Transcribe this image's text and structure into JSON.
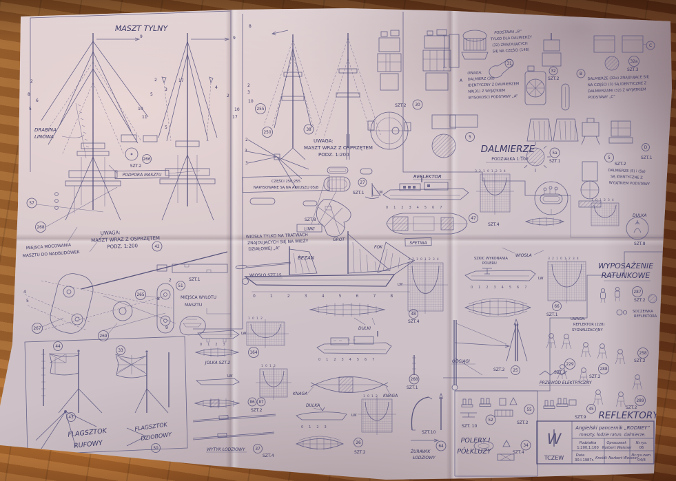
{
  "colors": {
    "ink": "#4c4976",
    "paper": "#cdc1c7",
    "floor": "#8d5427"
  },
  "titles": {
    "maszt_tylny": "MASZT TYLNY",
    "dalmierze": "DALMIERZE",
    "dalmierze_sub": "PODZIAŁKA 1:100",
    "reflektor": "REFLEKTOR",
    "reflektory": "REFLEKTORY",
    "wyposazenie": [
      "WYPOSAŻENIE",
      "RATUNKOWE"
    ],
    "polery": [
      "POLERY I",
      "PÓŁKLUZY"
    ],
    "flag_rufowy": [
      "FLAGSZTOK",
      "RUFOWY"
    ],
    "flag_dziobowy": [
      "FLAGSZTOK",
      "DZIOBOWY"
    ],
    "zurawik": [
      "ŻURAWIK",
      "ŁODZIOWY"
    ]
  },
  "notes": {
    "uwaga_maszt_1": [
      "UWAGA:",
      "MASZT WRAZ Z OSPRZĘTEM",
      "PODZ. 1:200"
    ],
    "uwaga_maszt_2": [
      "UWAGA:",
      "MASZT WRAZ Z OSPRZĘTEM",
      "PODZ. 1:200"
    ],
    "czesci": [
      "CZĘŚCI  250;255",
      "NARYSOWANE SĄ NA ARKUSZU  05/8"
    ],
    "wiosla_tylko": [
      "WIOSŁA TYLKO NA TRATWACH",
      "ZNAJDUJĄCYCH SIĘ NA WIEŻY",
      "DZIAŁOWEJ „A”"
    ],
    "podstawa_b": [
      "PODSTAWA „B”",
      "TYLKO DLA DALMIERZY",
      "(32) ZNAJDUJĄCYCH",
      "SIĘ NA CZĘŚCI (148)"
    ],
    "uwaga_dalmierz": [
      "UWAGA:",
      "DALMIERZ (30)",
      "IDENTYCZNY Z DALMIERZEM",
      "NR(31) Z WYJĄTKIEM",
      "WYSOKOŚCI PODSTAWY „A”"
    ],
    "dalmierze_32a": [
      "DALMIERZE (32a) ZNAJDUJĄCE SIĘ",
      "NA CZĘŚCI (3) SĄ IDENTYCZNE Z",
      "DALMIERZAMI (32) Z WYJĄTKIEM",
      "PODSTAWY „C”"
    ],
    "dalmierze_5": [
      "DALMIERZE (5) i (5a)",
      "SĄ IDENTYCZNE Z",
      "WYJĄTKIEM PODSTAWY"
    ],
    "uwaga_reflektor": [
      "UWAGA:",
      "REFLEKTOR (228)",
      "SYGNALIZACYJNY"
    ],
    "soczewka": [
      "SOCZEWKA",
      "REFLEKTORA"
    ],
    "szkic": [
      "SZKIC WYKONANIA",
      "POLERU"
    ],
    "miejsca_mocowania": [
      "MIEJSCA MOCOWANIA",
      "MASZTU DO NADBUDÓWEK"
    ],
    "miejsca_wylotu": [
      "MIEJSCA WYLOTU",
      "MASZTU"
    ]
  },
  "labels": {
    "drabina": [
      "DRABINA",
      "LINOWA"
    ],
    "podpora": "PODPORA MASZTU",
    "linki": "LINKI",
    "wioslo_szt": "WIOSŁO SZT.15",
    "wiosla": "WIOSŁA",
    "bezan": "BEZAN",
    "grot": "GROT",
    "fok": "FOK",
    "spetina": "SPETINA",
    "jolka": "JOLKA SZT.2",
    "dulki": "DULKI",
    "dulka": "DULKA",
    "knaga": "KNAGA",
    "wytyk": "WYTYK ŁODZIOWY",
    "odciagi": "ODCIĄGI",
    "przewod": "PRZEWÓD ELEKTRYCZNY",
    "lw": "LW",
    "dim_a": "A"
  },
  "qty": {
    "szt1": "SZT.1",
    "szt2": "SZT.2",
    "szt3": "SZT.3",
    "szt4": "SZT.4",
    "szt8": "SZT.8",
    "szt9": "SZT.9",
    "szt10": "SZT.10",
    "szt10sp": "SZT. 10"
  },
  "nums": {
    "d2": "2",
    "d3": "3",
    "d4": "4",
    "d5": "5",
    "d6": "6",
    "d8": "8",
    "d9": "9",
    "d10": "10",
    "d11": "11",
    "d17": "17",
    "n5": "5",
    "n5a": "5a",
    "n25": "25",
    "n26": "26",
    "n27": "27",
    "n30": "30",
    "n31": "31",
    "n32": "32",
    "n32a": "32a",
    "n33": "33",
    "n34": "34",
    "n37": "37",
    "n38": "38",
    "n42": "42",
    "n43": "43",
    "n44": "44",
    "n45": "45",
    "n47": "47",
    "n48": "48",
    "n50": "50",
    "n51": "51",
    "n52": "52",
    "n55": "55",
    "n57": "57",
    "n64": "64",
    "n66": "66",
    "n86": "86",
    "n87": "87",
    "n164": "164",
    "n229": "229",
    "n250": "250",
    "n255": "255",
    "n258": "258",
    "n265": "265",
    "n266": "266",
    "n267": "267",
    "n268": "268",
    "n269": "269",
    "n287": "287",
    "n288": "288",
    "n289": "289",
    "nB": "B",
    "nC": "C",
    "nD": "D"
  },
  "scales": {
    "s1": "3 2 1 0 1 2 3 4",
    "s2": "1 0 1 2 3 4",
    "s3": "0 1 2 3 4 5 6 7 8",
    "s4": "0 1 2 3",
    "s5": "1 0 1 2",
    "s6": "0 1 2 3 4 5 6 7"
  },
  "titleblock": {
    "ship_title": "Angielski  pancernik  „RODNEY”",
    "ship_sub": "maszty, łodzie ratun. dalmierze.",
    "podzialka_label": "Podziałka",
    "podzialka_value": "1:200,1:100",
    "opracowal_label": "Opracował:",
    "opracowal_value": "Norbert Weisner",
    "nr_rys_label": "Nr.rys.",
    "nr_rys_value": "06",
    "data_label": "Data",
    "data_value": "30.I.1987r.",
    "kreslil": "Kreślił:  Norbert Weisner",
    "nr_zam_label": "Nr.rys.zam.",
    "nr_zam_value": "04/8",
    "town": "TCZEW",
    "logo": "W"
  }
}
